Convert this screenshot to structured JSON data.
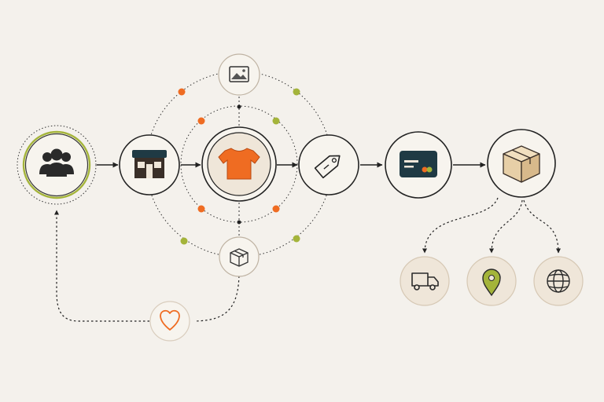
{
  "diagram": {
    "colors": {
      "background": "#f4f1ec",
      "outline": "#222222",
      "accent_orange": "#ef6c22",
      "accent_olive": "#a4b43a",
      "dark_navy": "#1f3a44",
      "soft_fill": "#efe6d9",
      "box_tan": "#e7cfa7"
    },
    "nodes": [
      {
        "id": "customers",
        "icon": "people-icon"
      },
      {
        "id": "storefront",
        "icon": "store-icon"
      },
      {
        "id": "product",
        "icon": "tshirt-icon"
      },
      {
        "id": "pricing",
        "icon": "price-tag-icon"
      },
      {
        "id": "payment",
        "icon": "credit-card-icon"
      },
      {
        "id": "fulfillment",
        "icon": "package-box-icon"
      },
      {
        "id": "media",
        "icon": "image-icon"
      },
      {
        "id": "inventory",
        "icon": "small-box-icon"
      },
      {
        "id": "loyalty",
        "icon": "heart-icon"
      },
      {
        "id": "shipping",
        "icon": "delivery-truck-icon"
      },
      {
        "id": "location",
        "icon": "map-pin-icon"
      },
      {
        "id": "global",
        "icon": "globe-icon"
      }
    ]
  }
}
